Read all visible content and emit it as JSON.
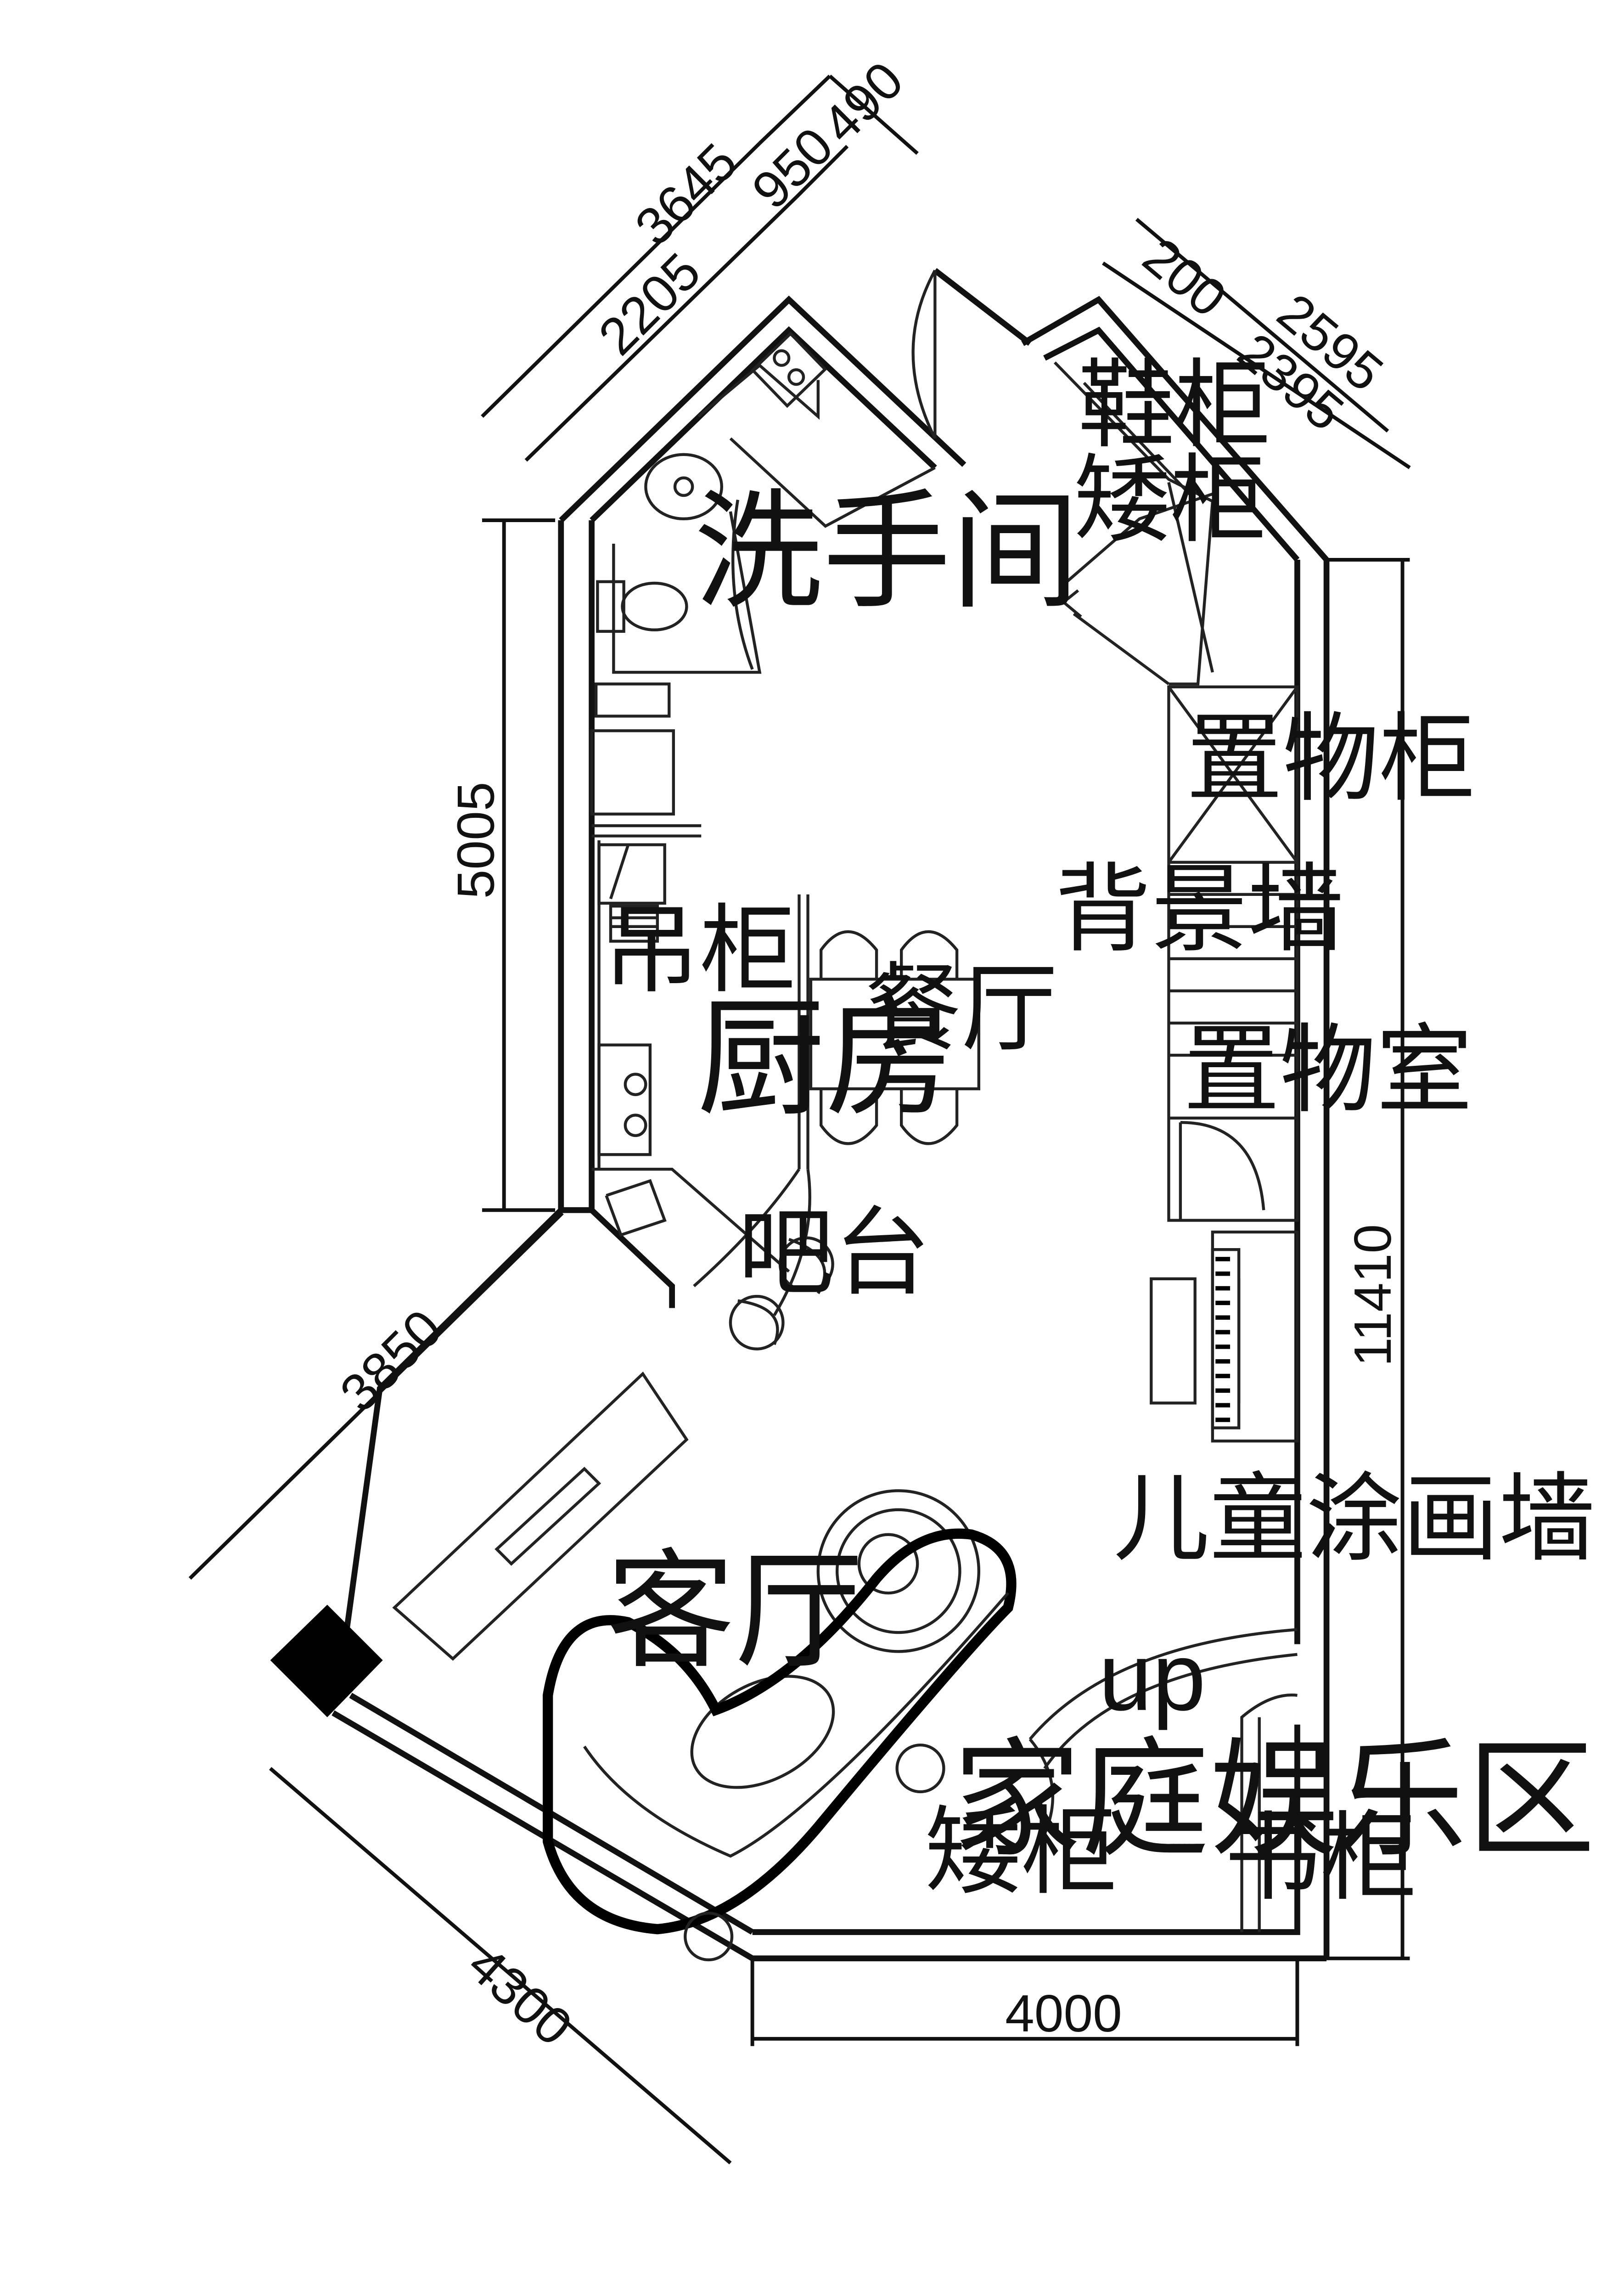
{
  "rooms": {
    "washroom": "洗手间",
    "shoe_cabinet": "鞋柜",
    "low_cabinet_top": "矮柜",
    "storage_cabinet": "置物柜",
    "feature_wall": "背景墙",
    "storage_room": "置物室",
    "wall_cabinet": "吊柜",
    "kitchen": "厨房",
    "dining": "餐厅",
    "bar": "吧台",
    "kids_wall": "儿童涂画墙",
    "living": "客厅",
    "up": "up",
    "low_cabinet_bottom": "矮柜",
    "bookcase": "书柜",
    "entertainment": "家庭娱乐区"
  },
  "dimensions": {
    "d3645": "3645",
    "d950": "950",
    "d490": "490",
    "d2205": "2205",
    "d200": "200",
    "d2595": "2595",
    "d2395": "2395",
    "d5005": "5005",
    "d11410": "11410",
    "d3850": "3850",
    "d4300": "4300",
    "d4000": "4000"
  }
}
